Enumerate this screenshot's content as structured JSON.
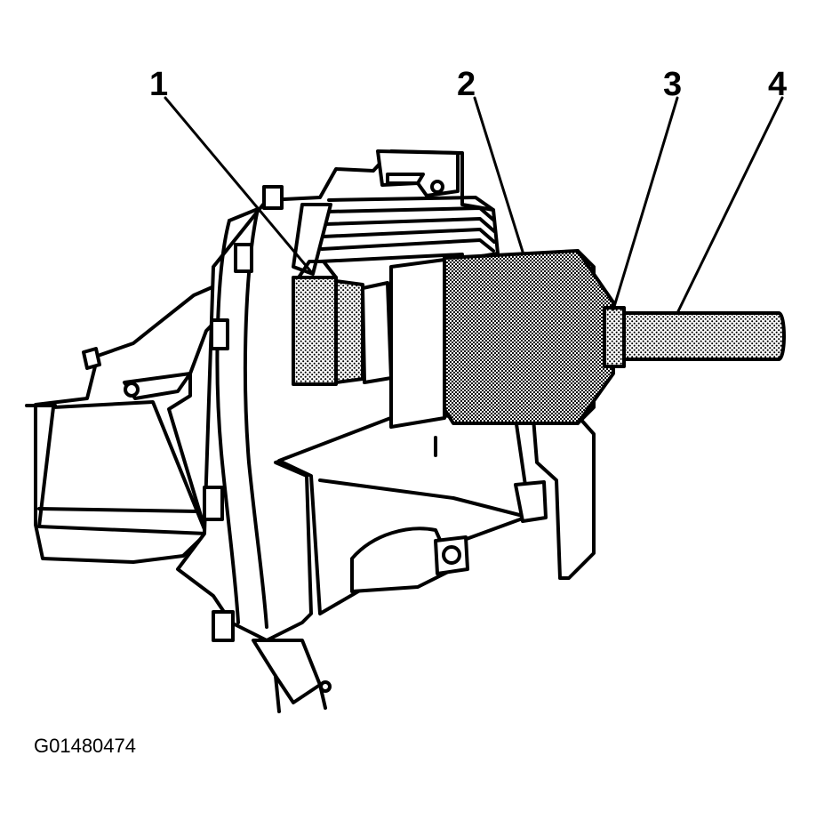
{
  "figure": {
    "callouts": [
      "1",
      "2",
      "3",
      "4"
    ],
    "figure_id": "G01480474"
  },
  "colors": {
    "line": "#000000",
    "background": "#ffffff",
    "stipple": "#000000"
  }
}
